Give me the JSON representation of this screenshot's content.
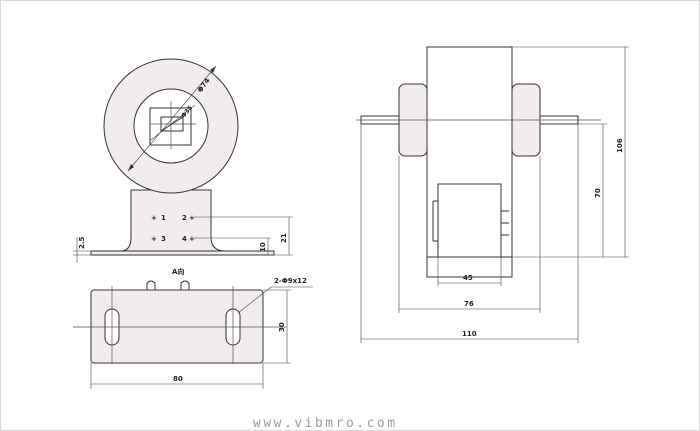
{
  "front_view": {
    "outer_diameter": "Φ74",
    "inner_diameter": "Φ35",
    "terminal_1": "1",
    "terminal_2": "2",
    "terminal_3": "3",
    "terminal_4": "4",
    "dim_base_height": "10",
    "dim_terminal_height": "21",
    "dim_plate": "2.5"
  },
  "bottom_view": {
    "section_label": "A向",
    "slot_spec": "2-Φ9x12",
    "dim_width": "80",
    "dim_depth": "30"
  },
  "side_view": {
    "dim_inner": "45",
    "dim_middle": "76",
    "dim_overall": "110",
    "dim_height_70": "70",
    "dim_height_106": "106"
  },
  "watermark": "www.vibmro.com",
  "colors": {
    "body_fill": "#f2ecec",
    "line": "#333333"
  }
}
